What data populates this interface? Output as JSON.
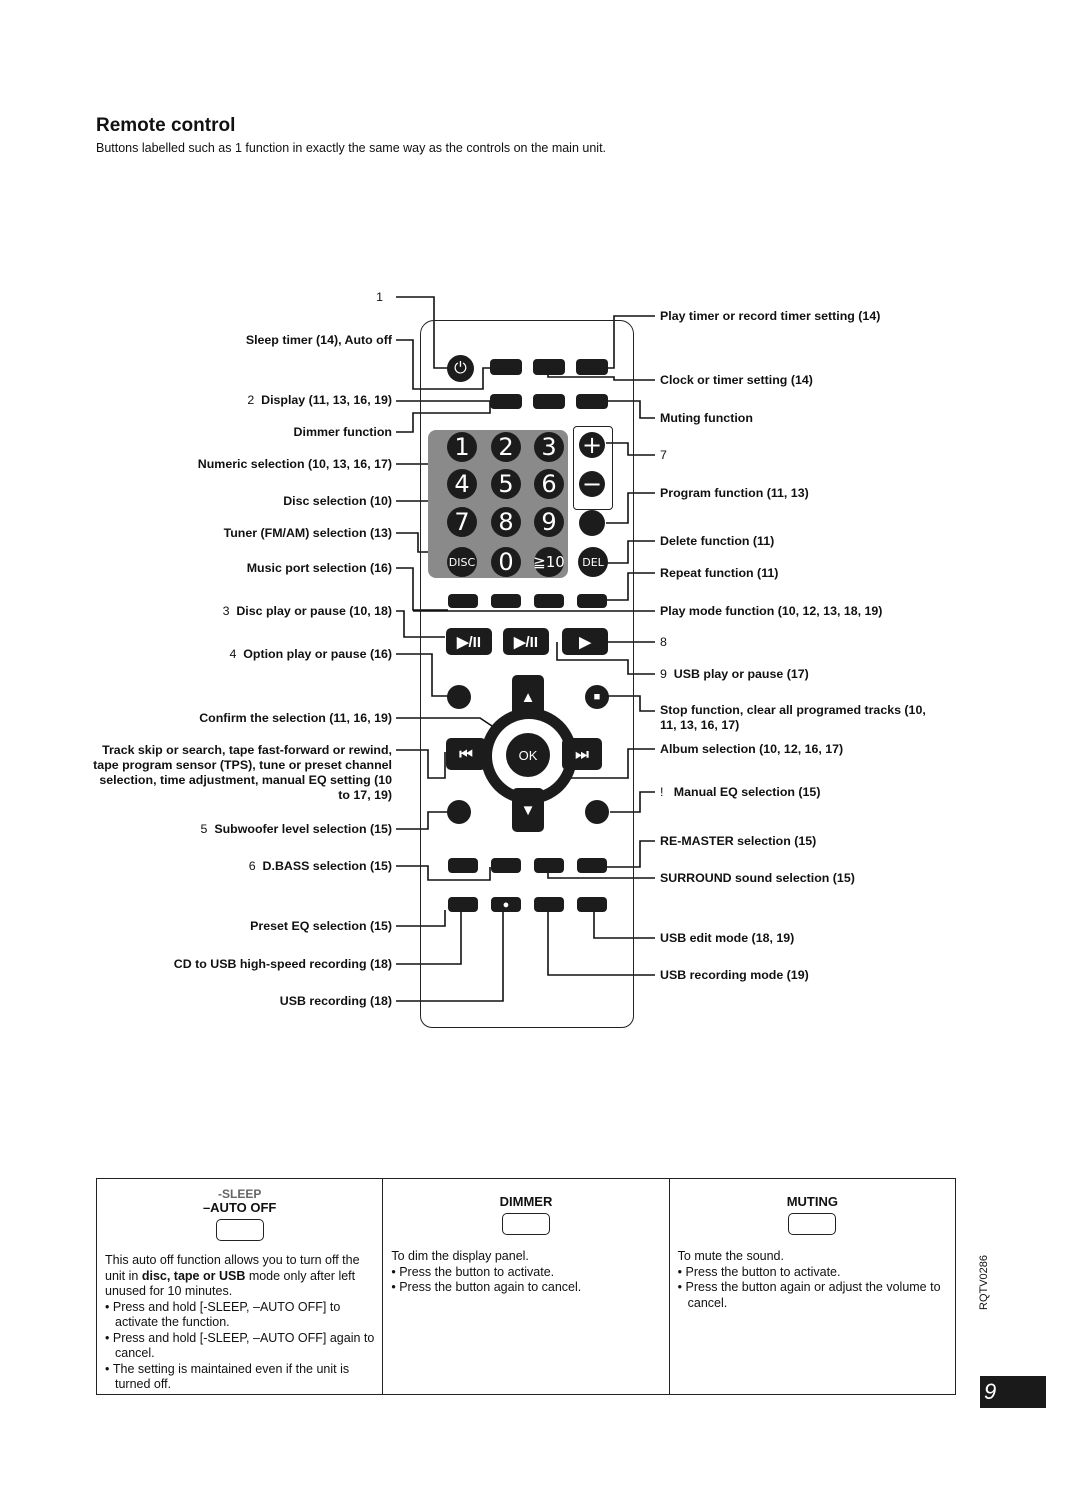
{
  "title": "Remote control",
  "intro": "Buttons labelled such as 1   function in exactly the same way as the controls on the main unit.",
  "left_labels": [
    {
      "id": "l1",
      "num": "1",
      "text": ""
    },
    {
      "id": "l-sleep",
      "num": "",
      "text": "Sleep timer (14), Auto off"
    },
    {
      "id": "l2",
      "num": "2",
      "text": "Display (11, 13, 16, 19)"
    },
    {
      "id": "l-dimmer",
      "num": "",
      "text": "Dimmer function"
    },
    {
      "id": "l-numeric",
      "num": "",
      "text": "Numeric selection (10, 13, 16, 17)"
    },
    {
      "id": "l-disc",
      "num": "",
      "text": "Disc selection (10)"
    },
    {
      "id": "l-tuner",
      "num": "",
      "text": "Tuner (FM/AM) selection (13)"
    },
    {
      "id": "l-music",
      "num": "",
      "text": "Music port selection (16)"
    },
    {
      "id": "l3",
      "num": "3",
      "text": "Disc play or pause (10, 18)"
    },
    {
      "id": "l4",
      "num": "4",
      "text": "Option play or pause (16)"
    },
    {
      "id": "l-confirm",
      "num": "",
      "text": "Confirm the selection (11, 16, 19)"
    },
    {
      "id": "l-track",
      "num": "",
      "text": "Track skip or search, tape fast-forward or rewind, tape program sensor (TPS), tune or preset channel selection, time adjustment, manual EQ setting (10 to 17, 19)"
    },
    {
      "id": "l5",
      "num": "5",
      "text": "Subwoofer level selection (15)"
    },
    {
      "id": "l6",
      "num": "6",
      "text": "D.BASS selection (15)"
    },
    {
      "id": "l-preset",
      "num": "",
      "text": "Preset EQ selection (15)"
    },
    {
      "id": "l-cdusb",
      "num": "",
      "text": "CD to USB high-speed recording (18)"
    },
    {
      "id": "l-usbrec",
      "num": "",
      "text": "USB recording (18)"
    }
  ],
  "right_labels": [
    {
      "id": "r-play-timer",
      "num": "",
      "text": "Play timer or record timer setting (14)"
    },
    {
      "id": "r-clock",
      "num": "",
      "text": "Clock or timer setting (14)"
    },
    {
      "id": "r-muting",
      "num": "",
      "text": "Muting function"
    },
    {
      "id": "r7",
      "num": "7",
      "text": ""
    },
    {
      "id": "r-program",
      "num": "",
      "text": "Program function (11, 13)"
    },
    {
      "id": "r-delete",
      "num": "",
      "text": "Delete function (11)"
    },
    {
      "id": "r-repeat",
      "num": "",
      "text": "Repeat function (11)"
    },
    {
      "id": "r-playmode",
      "num": "",
      "text": "Play mode function (10, 12, 13, 18, 19)"
    },
    {
      "id": "r8",
      "num": "8",
      "text": ""
    },
    {
      "id": "r9",
      "num": "9",
      "text": "USB play or pause (17)"
    },
    {
      "id": "r-stop",
      "num": "",
      "text": "Stop function, clear all programed tracks (10, 11, 13, 16, 17)"
    },
    {
      "id": "r-album",
      "num": "",
      "text": "Album selection (10, 12, 16, 17)"
    },
    {
      "id": "r-eq",
      "num": "!",
      "text": "Manual EQ selection (15)"
    },
    {
      "id": "r-remaster",
      "num": "",
      "text": "RE-MASTER selection (15)"
    },
    {
      "id": "r-surround",
      "num": "",
      "text": "SURROUND sound selection (15)"
    },
    {
      "id": "r-usbedit",
      "num": "",
      "text": "USB edit mode (18, 19)"
    },
    {
      "id": "r-usbrecmode",
      "num": "",
      "text": "USB recording mode (19)"
    }
  ],
  "keypad": {
    "digits": [
      "1",
      "2",
      "3",
      "4",
      "5",
      "6",
      "7",
      "8",
      "9"
    ],
    "disc": "DISC",
    "zero": "0",
    "ten": "≧10",
    "del": "DEL",
    "plus": "+",
    "minus": "−",
    "ok": "OK"
  },
  "boxes": [
    {
      "caption_top": "-SLEEP",
      "caption": "–AUTO OFF",
      "para_parts": [
        "This auto off function allows you to turn off the unit in ",
        "disc, tape or USB",
        " mode only after left unused for 10 minutes."
      ],
      "bullets": [
        "Press and hold [-SLEEP, –AUTO OFF] to activate the function.",
        "Press and hold [-SLEEP, –AUTO OFF] again to cancel.",
        "The setting is maintained even if the unit is turned off."
      ]
    },
    {
      "caption_top": "",
      "caption": "DIMMER",
      "para": "To dim the display panel.",
      "bullets": [
        "Press the button to activate.",
        "Press the button again to cancel."
      ]
    },
    {
      "caption_top": "",
      "caption": "MUTING",
      "para": "To mute the sound.",
      "bullets": [
        "Press the button to activate.",
        "Press the button again or adjust the volume to cancel."
      ]
    }
  ],
  "doc_code": "RQTV0286",
  "page_number": "9"
}
